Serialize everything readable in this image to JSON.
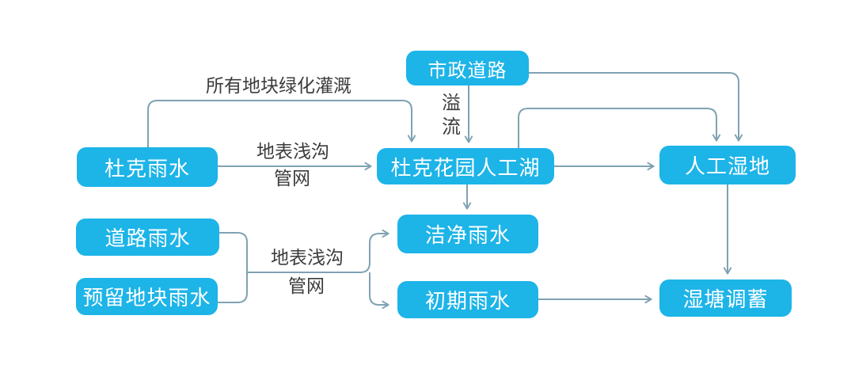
{
  "diagram": {
    "type": "flowchart",
    "colors": {
      "node_fill": "#1db4e8",
      "node_text": "#ffffff",
      "line": "#7fa2b2",
      "label_text": "#3c3c3c",
      "background": "#ffffff"
    },
    "nodes": [
      {
        "id": "municipal-road",
        "label": "市政道路"
      },
      {
        "id": "duke-rainwater",
        "label": "杜克雨水"
      },
      {
        "id": "duke-garden-lake",
        "label": "杜克花园人工湖"
      },
      {
        "id": "artificial-wetland",
        "label": "人工湿地"
      },
      {
        "id": "road-rainwater",
        "label": "道路雨水"
      },
      {
        "id": "reserved-plot-rainwater",
        "label": "预留地块雨水"
      },
      {
        "id": "clean-rainwater",
        "label": "洁净雨水"
      },
      {
        "id": "initial-rainwater",
        "label": "初期雨水"
      },
      {
        "id": "wet-pond-storage",
        "label": "湿塘调蓄"
      }
    ],
    "edge_labels": {
      "irrigation": "所有地块绿化灌溉",
      "surface_ditch_upper_line1": "地表浅沟",
      "surface_ditch_upper_line2": "管网",
      "overflow": "溢流",
      "surface_ditch_lower_line1": "地表浅沟",
      "surface_ditch_lower_line2": "管网"
    }
  }
}
